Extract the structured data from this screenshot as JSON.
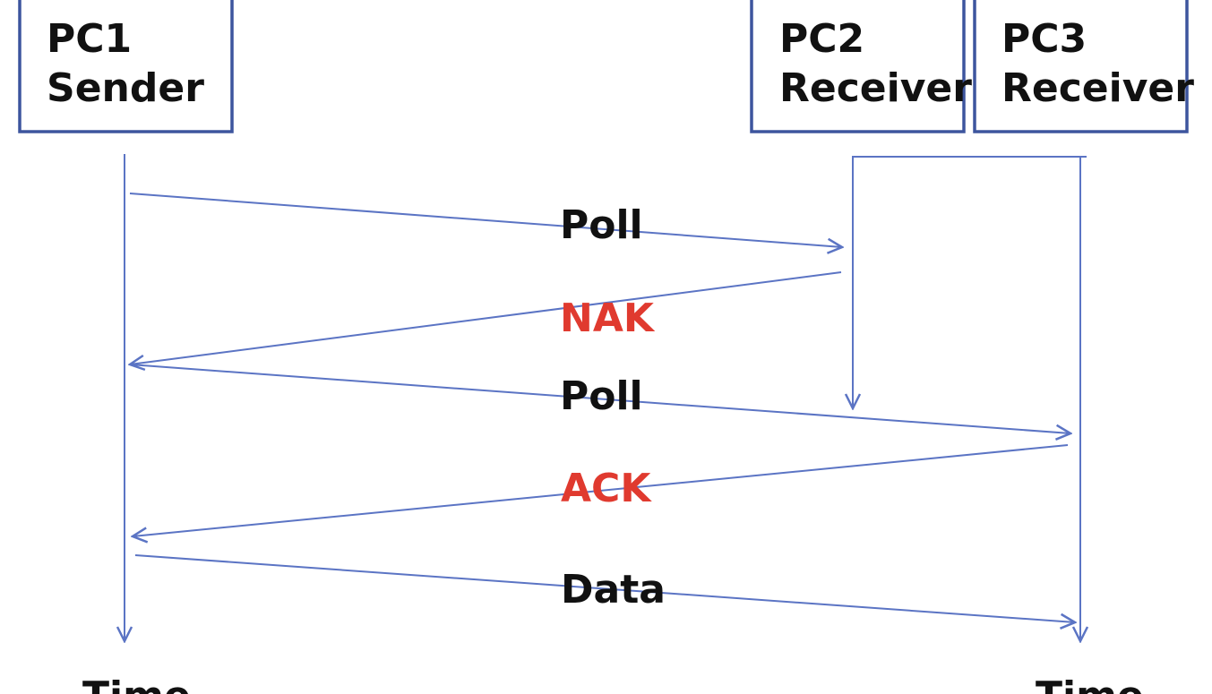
{
  "colors": {
    "line": "#5b74c4",
    "box_border": "#3d559e",
    "text": "#111111",
    "alert": "#e03a2f"
  },
  "nodes": {
    "pc1": {
      "line1": "PC1",
      "line2": "Sender"
    },
    "pc2": {
      "line1": "PC2",
      "line2": "Receiver"
    },
    "pc3": {
      "line1": "PC3",
      "line2": "Receiver"
    }
  },
  "messages": [
    {
      "label": "Poll",
      "from": "PC1",
      "to": "PC2",
      "color": "#111111"
    },
    {
      "label": "NAK",
      "from": "PC2",
      "to": "PC1",
      "color": "#e03a2f"
    },
    {
      "label": "Poll",
      "from": "PC1",
      "to": "PC3",
      "color": "#111111"
    },
    {
      "label": "ACK",
      "from": "PC3",
      "to": "PC1",
      "color": "#e03a2f"
    },
    {
      "label": "Data",
      "from": "PC1",
      "to": "PC3",
      "color": "#111111"
    }
  ],
  "axes": {
    "left_time_label": "Time",
    "right_time_label": "Time"
  }
}
